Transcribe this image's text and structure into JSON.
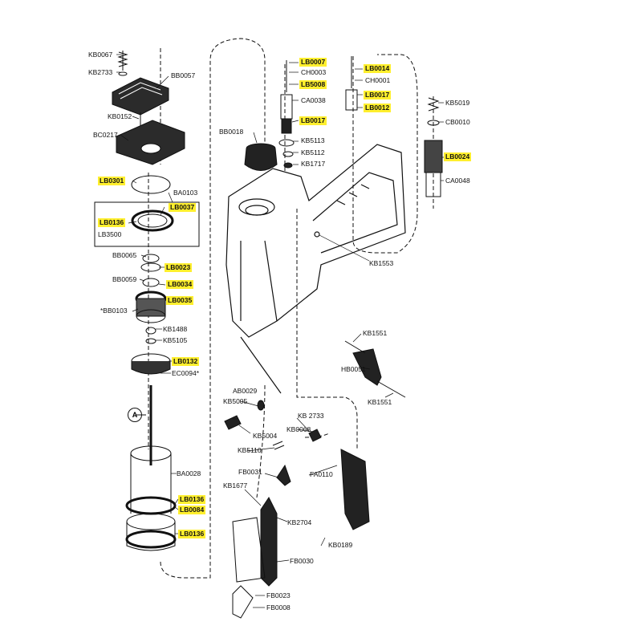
{
  "callout_marker": "A",
  "labels": [
    {
      "id": "kb0067",
      "text": "KB0067",
      "hl": false
    },
    {
      "id": "kb2733a",
      "text": "KB2733",
      "hl": false
    },
    {
      "id": "bb0057",
      "text": "BB0057",
      "hl": false
    },
    {
      "id": "kb0152",
      "text": "KB0152",
      "hl": false
    },
    {
      "id": "bc0217",
      "text": "BC0217",
      "hl": false
    },
    {
      "id": "lb0301",
      "text": "LB0301",
      "hl": true
    },
    {
      "id": "ba0103",
      "text": "BA0103",
      "hl": false
    },
    {
      "id": "lb0037",
      "text": "LB0037",
      "hl": true
    },
    {
      "id": "lb0136a",
      "text": "LB0136",
      "hl": true
    },
    {
      "id": "lb3500",
      "text": "LB3500",
      "hl": false
    },
    {
      "id": "bb0065",
      "text": "BB0065",
      "hl": false
    },
    {
      "id": "lb0023",
      "text": "LB0023",
      "hl": true
    },
    {
      "id": "bb0059",
      "text": "BB0059",
      "hl": false
    },
    {
      "id": "lb0034",
      "text": "LB0034",
      "hl": true
    },
    {
      "id": "lb0035",
      "text": "LB0035",
      "hl": true
    },
    {
      "id": "bb0103",
      "text": "*BB0103",
      "hl": false
    },
    {
      "id": "kb1488",
      "text": "KB1488",
      "hl": false
    },
    {
      "id": "kb5105",
      "text": "KB5105",
      "hl": false
    },
    {
      "id": "lb0132",
      "text": "LB0132",
      "hl": true
    },
    {
      "id": "ec0094",
      "text": "EC0094*",
      "hl": false
    },
    {
      "id": "ba0028",
      "text": "BA0028",
      "hl": false
    },
    {
      "id": "lb0136b",
      "text": "LB0136",
      "hl": true
    },
    {
      "id": "lb0084",
      "text": "LB0084",
      "hl": true
    },
    {
      "id": "lb0136c",
      "text": "LB0136",
      "hl": true
    },
    {
      "id": "lb0007",
      "text": "LB0007",
      "hl": true
    },
    {
      "id": "ch0003",
      "text": "CH0003",
      "hl": false
    },
    {
      "id": "lb5008",
      "text": "LB5008",
      "hl": true
    },
    {
      "id": "ca0038",
      "text": "CA0038",
      "hl": false
    },
    {
      "id": "lb0017a",
      "text": "LB0017",
      "hl": true
    },
    {
      "id": "bb0018",
      "text": "BB0018",
      "hl": false
    },
    {
      "id": "kb5113",
      "text": "KB5113",
      "hl": false
    },
    {
      "id": "kb5112",
      "text": "KB5112",
      "hl": false
    },
    {
      "id": "kb1717",
      "text": "KB1717",
      "hl": false
    },
    {
      "id": "lb0014",
      "text": "LB0014",
      "hl": true
    },
    {
      "id": "ch0001",
      "text": "CH0001",
      "hl": false
    },
    {
      "id": "lb0017b",
      "text": "LB0017",
      "hl": true
    },
    {
      "id": "lb0012",
      "text": "LB0012",
      "hl": true
    },
    {
      "id": "kb5019",
      "text": "KB5019",
      "hl": false
    },
    {
      "id": "cb0010",
      "text": "CB0010",
      "hl": false
    },
    {
      "id": "lb0024",
      "text": "LB0024",
      "hl": true
    },
    {
      "id": "ca0048",
      "text": "CA0048",
      "hl": false
    },
    {
      "id": "kb1553",
      "text": "KB1553",
      "hl": false
    },
    {
      "id": "kb1551a",
      "text": "KB1551",
      "hl": false
    },
    {
      "id": "hb0051",
      "text": "HB0051",
      "hl": false
    },
    {
      "id": "kb1551b",
      "text": "KB1551",
      "hl": false
    },
    {
      "id": "ab0029",
      "text": "AB0029",
      "hl": false
    },
    {
      "id": "kb5005",
      "text": "KB5005",
      "hl": false
    },
    {
      "id": "kb2733b",
      "text": "KB 2733",
      "hl": false
    },
    {
      "id": "kb0068",
      "text": "KB0068",
      "hl": false
    },
    {
      "id": "kb5004",
      "text": "KB5004",
      "hl": false
    },
    {
      "id": "kb5110",
      "text": "KB5110",
      "hl": false
    },
    {
      "id": "fb0031",
      "text": "FB0031",
      "hl": false
    },
    {
      "id": "fa0110",
      "text": "FA0110",
      "hl": false
    },
    {
      "id": "kb1677",
      "text": "KB1677",
      "hl": false
    },
    {
      "id": "kb2704",
      "text": "KB2704",
      "hl": false
    },
    {
      "id": "kb0189",
      "text": "KB0189",
      "hl": false
    },
    {
      "id": "fb0030",
      "text": "FB0030",
      "hl": false
    },
    {
      "id": "fb0023",
      "text": "FB0023",
      "hl": false
    },
    {
      "id": "fb0008",
      "text": "FB0008",
      "hl": false
    }
  ]
}
